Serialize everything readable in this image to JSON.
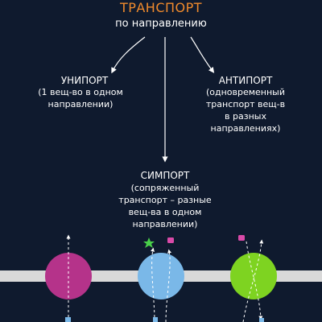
{
  "header": {
    "title": "ТРАНСПОРТ",
    "subtitle": "по направлению"
  },
  "branches": {
    "uniport": {
      "name": "УНИПОРТ",
      "desc": [
        "(1 вещ-во в одном",
        "направлении)"
      ]
    },
    "antiport": {
      "name": "АНТИПОРТ",
      "desc": [
        "(одновременный",
        "транспорт вещ-в",
        "в разных",
        "направлениях)"
      ]
    },
    "symport": {
      "name": "СИМПОРТ",
      "desc": [
        "(сопряженный",
        "транспорт – разные",
        "вещ-ва в одном",
        "направлении)"
      ]
    }
  },
  "colors": {
    "background": "#0f1a2e",
    "title": "#f08a2c",
    "membrane": "#d9d9d9",
    "uniport_protein": "#b5338a",
    "symport_protein": "#7ab8e8",
    "antiport_protein": "#7ed321",
    "marker_pink": "#d94aa8",
    "marker_green": "#49d04a"
  }
}
